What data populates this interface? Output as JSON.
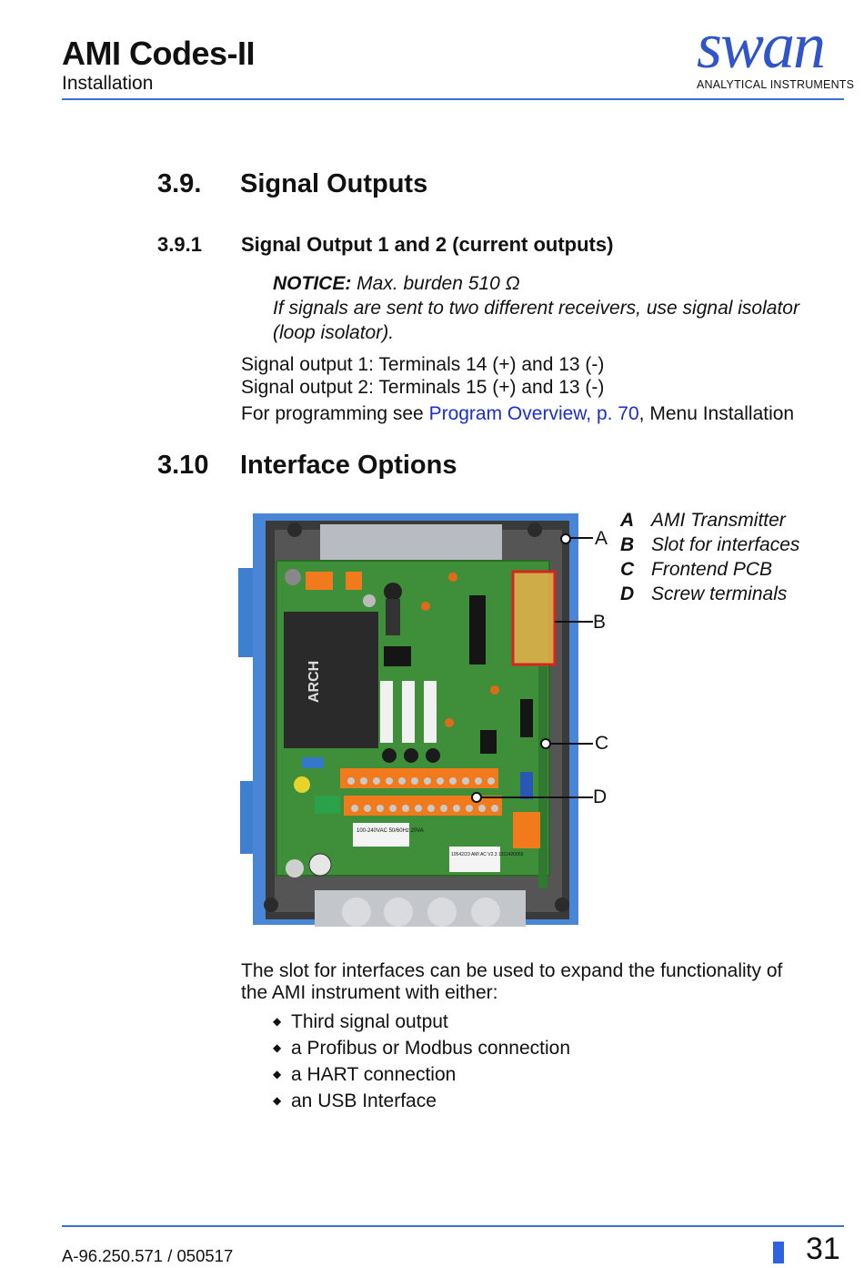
{
  "header": {
    "title": "AMI Codes-II",
    "subtitle": "Installation",
    "logo_word": "swan",
    "logo_tagline": "ANALYTICAL INSTRUMENTS"
  },
  "section_39": {
    "number": "3.9.",
    "title": "Signal Outputs"
  },
  "section_391": {
    "number": "3.9.1",
    "title": "Signal Output 1 and 2 (current outputs)",
    "notice_label": "NOTICE:",
    "notice_text": " Max. burden 510 Ω",
    "notice_line2": "If signals are sent to two different receivers, use signal isolator",
    "notice_line3": "(loop isolator).",
    "output1": "Signal output 1: Terminals 14 (+) and 13 (-)",
    "output2": "Signal output 2: Terminals 15 (+) and 13 (-)",
    "prog_prefix": "For programming see ",
    "prog_link": "Program Overview, p. 70",
    "prog_suffix": ", Menu Installation"
  },
  "section_310": {
    "number": "3.10",
    "title": "Interface Options"
  },
  "figure": {
    "callouts": [
      "A",
      "B",
      "C",
      "D"
    ],
    "legend": [
      {
        "key": "A",
        "label": "AMI Transmitter"
      },
      {
        "key": "B",
        "label": "Slot for interfaces"
      },
      {
        "key": "C",
        "label": "Frontend PCB"
      },
      {
        "key": "D",
        "label": "Screw terminals"
      }
    ],
    "pcb_labels": {
      "converter_brand": "ARCH",
      "power_rating": "100-240VAC 50/60Hz 20VA",
      "board_id": "10542/23 AMI AC V2.3 1311420059"
    }
  },
  "interface_text": {
    "line1": "The slot for interfaces can be used to expand the functionality of",
    "line2": "the AMI instrument with either:",
    "bullets": [
      "Third signal output",
      "a Profibus or Modbus connection",
      "a HART connection",
      "an USB Interface"
    ]
  },
  "footer": {
    "doc_id": "A-96.250.571 / 050517",
    "page": "31"
  },
  "colors": {
    "accent_blue": "#3b6fd8",
    "logo_blue": "#2f55c8",
    "link_blue": "#1b2fd0",
    "pcb_green": "#3f8f3a",
    "terminal_orange": "#f07a1c",
    "enclosure_blue": "#4a86d6",
    "highlight_red": "#d8231f"
  }
}
